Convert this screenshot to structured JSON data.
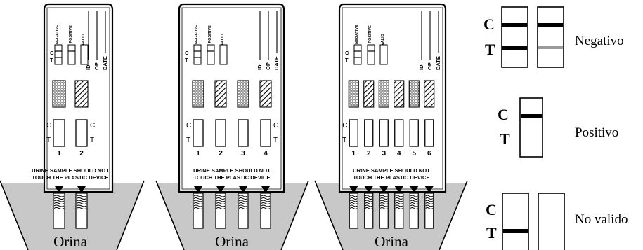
{
  "cup_label": "Orina",
  "instructions": {
    "warning_line1": "URINE SAMPLE SHOULD NOT",
    "warning_line2": "TOUCH THE PLASTIC DEVICE",
    "negative": "(-) NEGATIVE",
    "positive": "(+) POSITIVE",
    "invalid": "INVALID",
    "id": "ID",
    "op": "OP",
    "date": "DATE",
    "c": "C",
    "t": "T"
  },
  "devices": [
    {
      "numbers": [
        "1",
        "2"
      ]
    },
    {
      "numbers": [
        "1",
        "2",
        "3",
        "4"
      ]
    },
    {
      "numbers": [
        "1",
        "2",
        "3",
        "4",
        "5",
        "6"
      ]
    }
  ],
  "results": {
    "c_label": "C",
    "t_label": "T",
    "negativo": "Negativo",
    "positivo": "Positivo",
    "no_valido": "No valido"
  },
  "colors": {
    "line": "#000000",
    "faint_line": "#9a9a9a",
    "liquid": "#c8c8c8"
  }
}
